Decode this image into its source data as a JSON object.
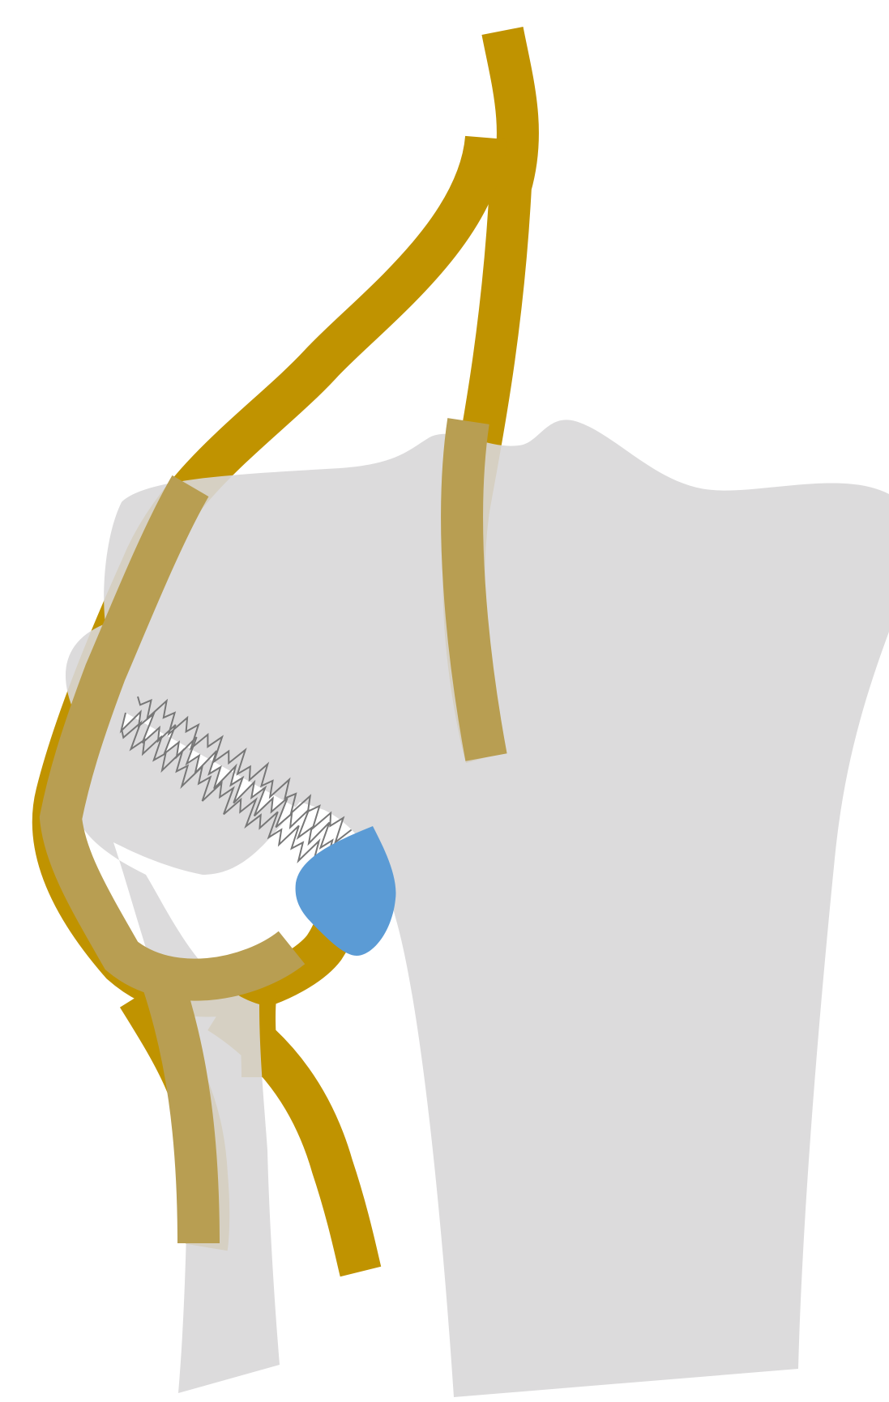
{
  "colors": {
    "background": "#ffffff",
    "bone": "#d8d7d8",
    "nerve": "#c09300",
    "nerve_overlay": "#b89e52",
    "ganglion": "#5b9bd5",
    "fiber_outline": "#777777",
    "fiber_fill": "#ffffff"
  },
  "shapes": [
    "bone-silhouette",
    "nerve-trunk",
    "nerve-branch",
    "nerve-loop",
    "nerve-lower-branches",
    "fiber-bundle",
    "ganglion"
  ]
}
